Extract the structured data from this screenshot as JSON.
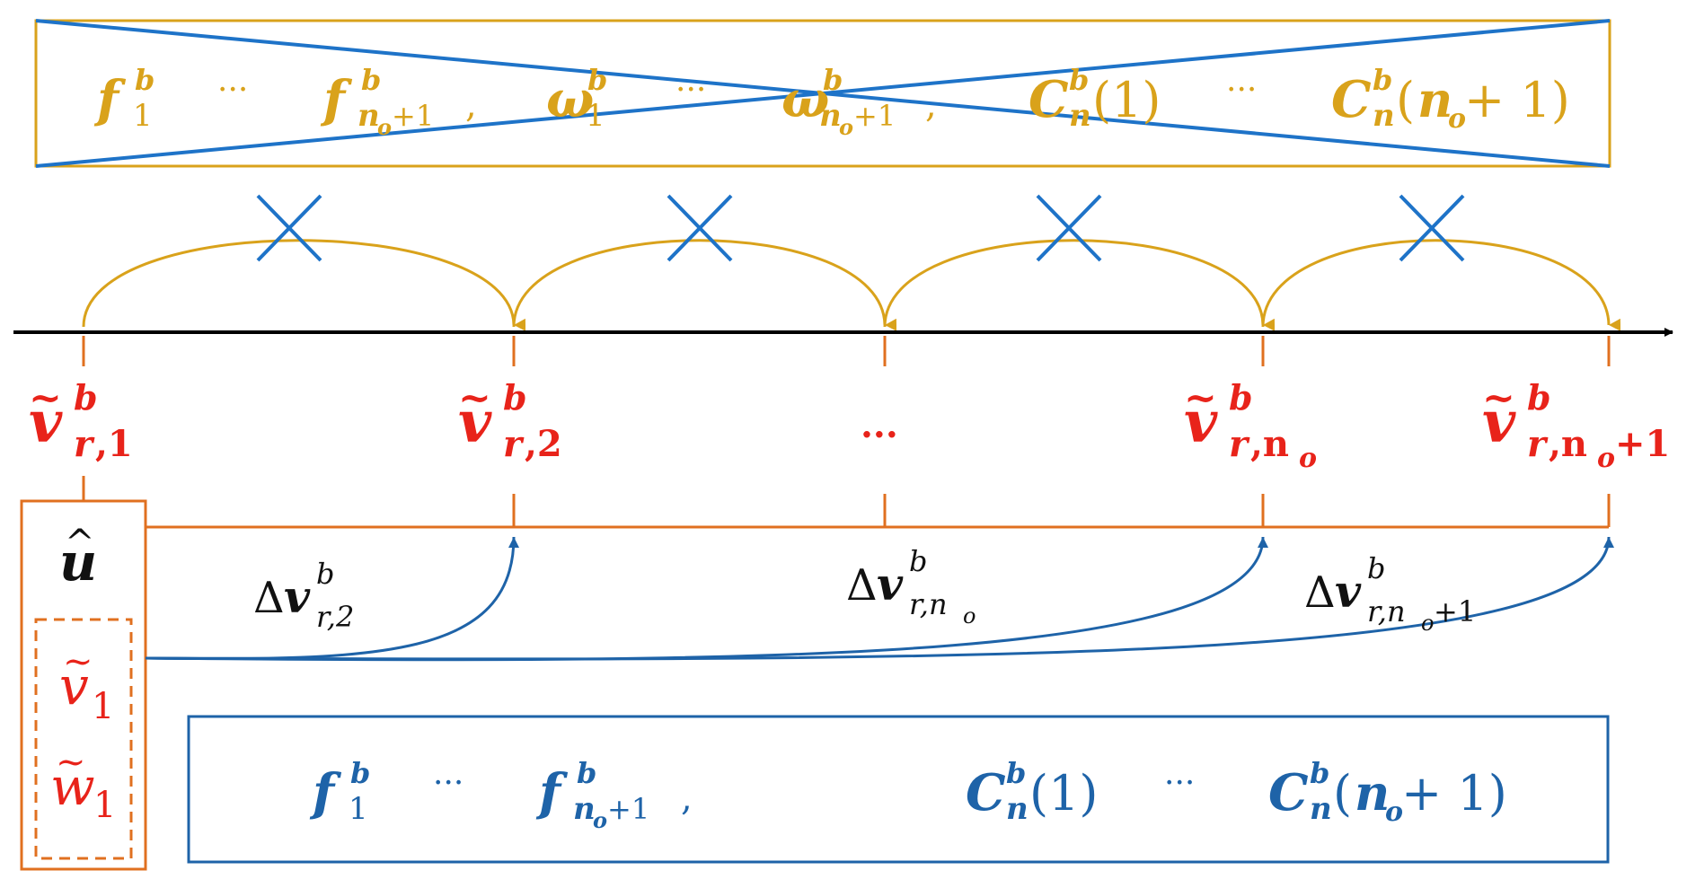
{
  "colors": {
    "gold": "#D9A21B",
    "blue": "#1E63A8",
    "red": "#E8231A",
    "orange": "#E07020",
    "black": "#111111"
  },
  "top_box": {
    "f_first": "f",
    "f_first_sup": "b",
    "f_first_sub": "1",
    "dots1": "···",
    "f_last": "f",
    "f_last_sup": "b",
    "f_last_sub": "n",
    "f_last_subsub": "o",
    "f_last_sub_tail": "+1",
    "comma": ",",
    "w_first": "ω",
    "w_first_sup": "b",
    "w_first_sub": "1",
    "dots2": "···",
    "w_last": "ω",
    "w_last_sup": "b",
    "w_last_sub": "n",
    "w_last_subsub": "o",
    "w_last_sub_tail": "+1",
    "c_first": "C",
    "c_first_sup": "b",
    "c_first_sub": "n",
    "c_first_arg": "(1)",
    "dots3": "···",
    "c_last": "C",
    "c_last_sup": "b",
    "c_last_sub": "n",
    "c_last_arg_open": "(",
    "c_last_arg_n": "n",
    "c_last_arg_sub": "o",
    "c_last_arg_tail": " + 1)"
  },
  "timeline_labels": {
    "v": "v",
    "tilde": "~",
    "sup": "b",
    "sub_r": "r",
    "label1_sub": ",1",
    "label2_sub": ",2",
    "dots": "···",
    "label3_sub": ",n",
    "label3_subsub": "o",
    "label4_sub": ",n",
    "label4_subsub": "o",
    "label4_tail": "+1"
  },
  "left_box": {
    "u_hat": "u",
    "hat": "^",
    "v1": "v",
    "v1_sub": "1",
    "w1": "w",
    "w1_sub": "1",
    "tilde": "~"
  },
  "deltas": {
    "delta": "Δ",
    "v": "v",
    "sup": "b",
    "d1_sub": "r,2",
    "d2_sub": "r,n",
    "d2_subsub": "o",
    "d3_sub": "r,n",
    "d3_subsub": "o",
    "d3_tail": "+1"
  },
  "bottom_box": {
    "f_first": "f",
    "f_first_sup": "b",
    "f_first_sub": "1",
    "dots1": "···",
    "f_last": "f",
    "f_last_sup": "b",
    "f_last_sub": "n",
    "f_last_subsub": "o",
    "f_last_sub_tail": "+1",
    "comma": ",",
    "c_first": "C",
    "c_first_sup": "b",
    "c_first_sub": "n",
    "c_first_arg": "(1)",
    "dots2": "···",
    "c_last": "C",
    "c_last_sup": "b",
    "c_last_sub": "n",
    "c_last_arg_open": "(",
    "c_last_arg_n": "n",
    "c_last_arg_sub": "o",
    "c_last_arg_tail": " + 1)"
  }
}
